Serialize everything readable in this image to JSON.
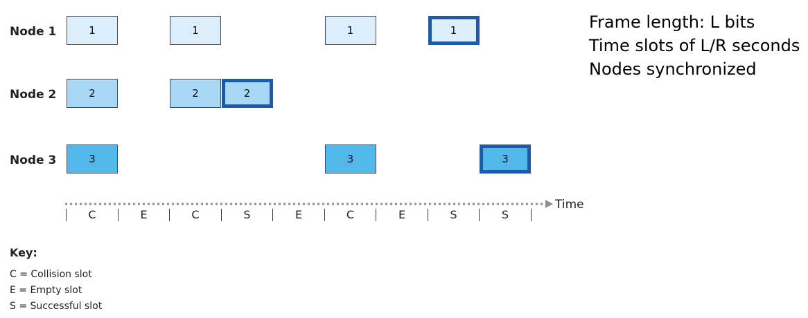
{
  "nodes": [
    {
      "label": "Node 1",
      "frame_text": "1",
      "color": "#dceefb"
    },
    {
      "label": "Node 2",
      "frame_text": "2",
      "color": "#a9d8f6"
    },
    {
      "label": "Node 3",
      "frame_text": "3",
      "color": "#52b8ec"
    }
  ],
  "slots": [
    "C",
    "E",
    "C",
    "S",
    "E",
    "C",
    "E",
    "S",
    "S"
  ],
  "transmissions": [
    {
      "node": 1,
      "slots": [
        1,
        3,
        6,
        8
      ]
    },
    {
      "node": 2,
      "slots": [
        1,
        3,
        4
      ]
    },
    {
      "node": 3,
      "slots": [
        1,
        6,
        9
      ]
    }
  ],
  "axis_label": "Time",
  "key": {
    "title": "Key:",
    "items": [
      "C = Collision slot",
      "E = Empty slot",
      "S = Successful slot"
    ]
  },
  "assumptions": [
    "Frame length: L bits",
    "Time slots of L/R seconds",
    "Nodes synchronized"
  ],
  "colors": {
    "success_border": "#1f5aa8",
    "frame_border": "#4a4a4a",
    "axis": "#8f8f8f"
  }
}
